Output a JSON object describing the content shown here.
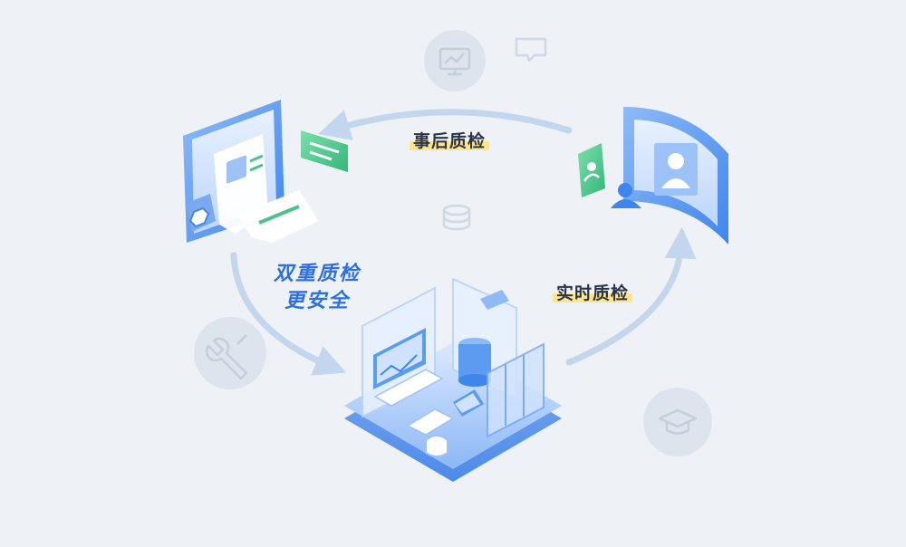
{
  "colors": {
    "background": "#eef1f6",
    "arrow": "#c3d6ee",
    "highlight": "#fde68a",
    "slogan": "#2f6fe0",
    "screen_blue": "#5b9bf0",
    "screen_light": "#cfe2ff",
    "green": "#4cc38a",
    "faded_circle": "#dde4ee",
    "faded_icon": "#c4cfdc"
  },
  "labels": {
    "post_inspection": "事后质检",
    "realtime_inspection": "实时质检"
  },
  "slogan": {
    "line1": "双重质检",
    "line2": "更安全"
  },
  "background_icons": [
    "monitor-chart-icon",
    "chat-bubble-icon",
    "database-icon",
    "tools-icon",
    "graduation-cap-icon"
  ]
}
